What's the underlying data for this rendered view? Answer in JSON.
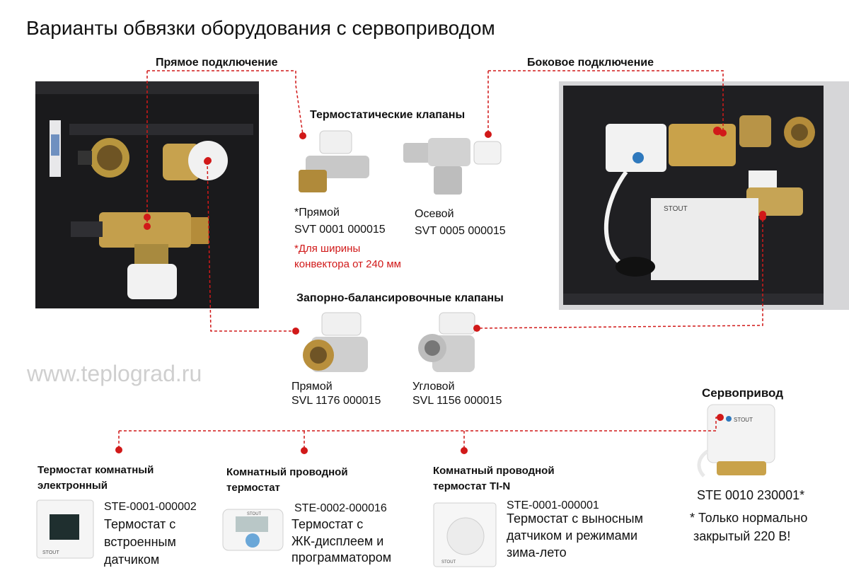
{
  "title": "Варианты обвязки оборудования с сервоприводом",
  "sections": {
    "direct": "Прямое подключение",
    "side": "Боковое подключение",
    "thermo_valves": "Термостатические клапаны",
    "balancing_valves": "Запорно-балансировочные клапаны",
    "servo": "Сервопривод"
  },
  "valves": {
    "direct_name": "*Прямой",
    "direct_code": "SVT 0001 000015",
    "direct_note_line1": "*Для ширины",
    "direct_note_line2": "конвектора от 240 мм",
    "axial_name": "Осевой",
    "axial_code": "SVT 0005 000015",
    "bal_direct_name": "Прямой",
    "bal_direct_code": "SVL 1176 000015",
    "bal_angle_name": "Угловой",
    "bal_angle_code": "SVL 1156 000015"
  },
  "servo": {
    "code": "STE 0010 230001*",
    "note_line1": "* Только нормально",
    "note_line2": "закрытый 220 В!",
    "brand": "STOUT"
  },
  "watermark": "www.teplograd.ru",
  "thermostats": [
    {
      "title1": "Термостат комнатный",
      "title2": "электронный",
      "code": "STE-0001-000002",
      "desc1": "Термостат с",
      "desc2": "встроенным",
      "desc3": "датчиком"
    },
    {
      "title1": "Комнатный проводной",
      "title2": "термостат",
      "code": "STE-0002-000016",
      "desc1": "Термостат с",
      "desc2": "ЖК-дисплеем и",
      "desc3": "программатором"
    },
    {
      "title1": "Комнатный проводной",
      "title2": "термостат TI-N",
      "code": "STE-0001-000001",
      "desc1": "Термостат с выносным",
      "desc2": "датчиком и режимами",
      "desc3": "зима-лето"
    }
  ],
  "colors": {
    "accent_red": "#d11919",
    "dark_box": "#1c1c1e",
    "brass": "#c9a24a"
  }
}
